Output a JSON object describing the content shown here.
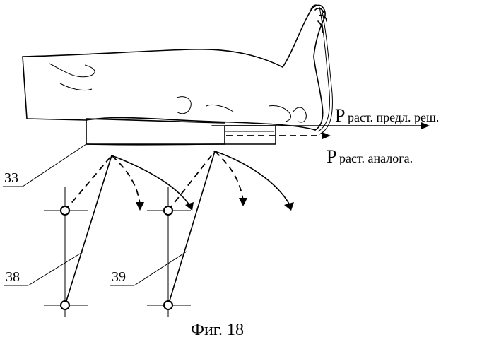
{
  "labels": {
    "force_proposed_symbol": "P",
    "force_proposed_sub": "раст. предл. реш.",
    "force_analog_symbol": "P",
    "force_analog_sub": "раст. аналога.",
    "ref_33": "33",
    "ref_38": "38",
    "ref_39": "39",
    "caption": "Фиг. 18"
  }
}
